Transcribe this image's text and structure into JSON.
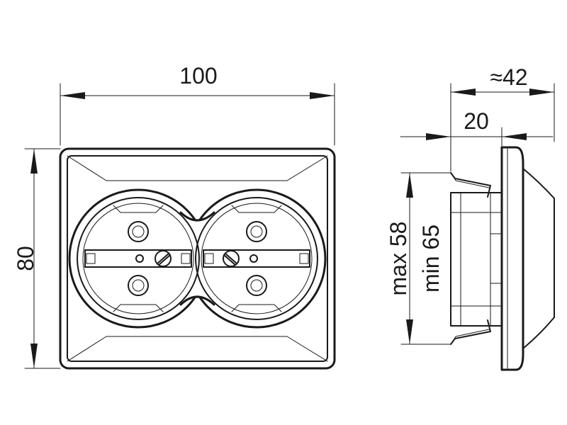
{
  "dimensions": {
    "width": "100",
    "height": "80",
    "depth": "≈42",
    "frame_depth": "20",
    "mount_max": "max 58",
    "mount_min": "min 65"
  }
}
